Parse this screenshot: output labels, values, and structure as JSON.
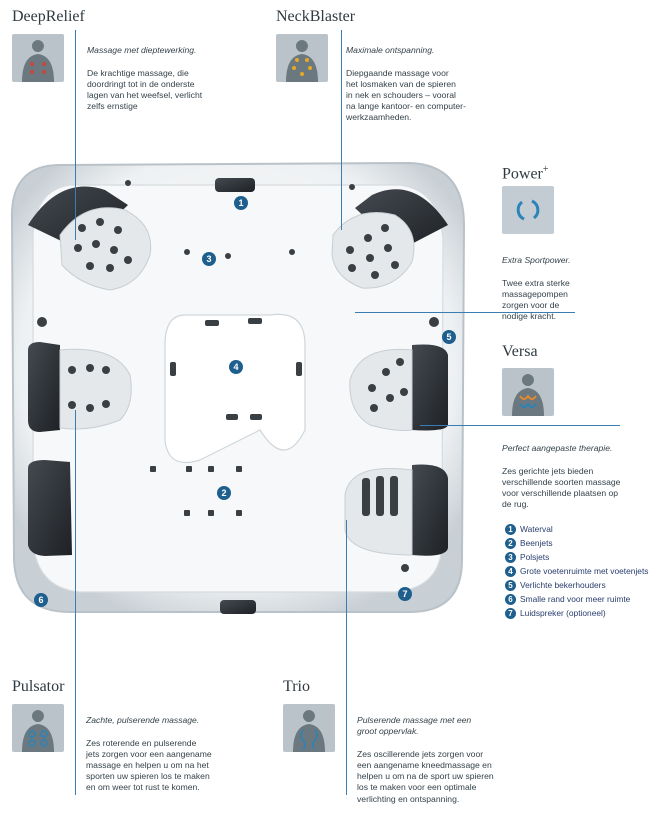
{
  "features": {
    "deeprelief": {
      "title": "DeepRelief",
      "heading": "Massage met diepte­werking.",
      "body": "De krachtige massage, die\ndoordringt tot in de onderste\nlagen van het weefsel, verlicht\nzelfs ernstige"
    },
    "neckblaster": {
      "title": "NeckBlaster",
      "heading": "Maximale ontspanning.",
      "body": "Diepgaande massage voor\nhet losmaken van de spieren\nin nek en schouders – vooral\nna lange kantoor- en computer-\nwerkzaamheden."
    },
    "power": {
      "title": "Power",
      "sup": "+",
      "heading": "Extra Sportpower.",
      "body": "Twee extra sterke\nmassagepompen\nzorgen voor de\nnodige kracht."
    },
    "versa": {
      "title": "Versa",
      "heading": "Perfect aangepaste therapie.",
      "body": "Zes gerichte jets bieden\nverschillende soorten massage\nvoor verschillende plaatsen op\nde rug."
    },
    "pulsator": {
      "title": "Pulsator",
      "heading": "Zachte, pulserende massage.",
      "body": "Zes roterende en pulserende\njets zorgen voor een aangename\nmassage en helpen u om na het\nsporten uw spieren los te maken\nen om weer tot rust te komen."
    },
    "trio": {
      "title": "Trio",
      "heading": "Pulserende massage met een\ngroot oppervlak.",
      "body": "Zes oscillerende jets zorgen voor\neen aangename kneedmassage en\nhelpen u om na de sport uw spieren\nlos te maken voor een optimale\nverlichting en ontspanning."
    }
  },
  "markers": [
    "1",
    "2",
    "3",
    "4",
    "5",
    "6",
    "7"
  ],
  "legend": [
    {
      "num": "1",
      "label": "Waterval"
    },
    {
      "num": "2",
      "label": "Beenjets"
    },
    {
      "num": "3",
      "label": "Polsjets"
    },
    {
      "num": "4",
      "label": "Grote voetenruimte met voetenjets"
    },
    {
      "num": "5",
      "label": "Verlichte bekerhouders"
    },
    {
      "num": "6",
      "label": "Smalle rand voor meer ruimte"
    },
    {
      "num": "7",
      "label": "Luidspreker (optioneel)"
    }
  ],
  "colors": {
    "accent": "#1e5f8e",
    "line": "#3a7db3",
    "shell": "#eef1f3",
    "seat": "#2c2f33"
  },
  "icons": {
    "power": "power-cycle-icon",
    "body": "body-silhouette-icon"
  }
}
